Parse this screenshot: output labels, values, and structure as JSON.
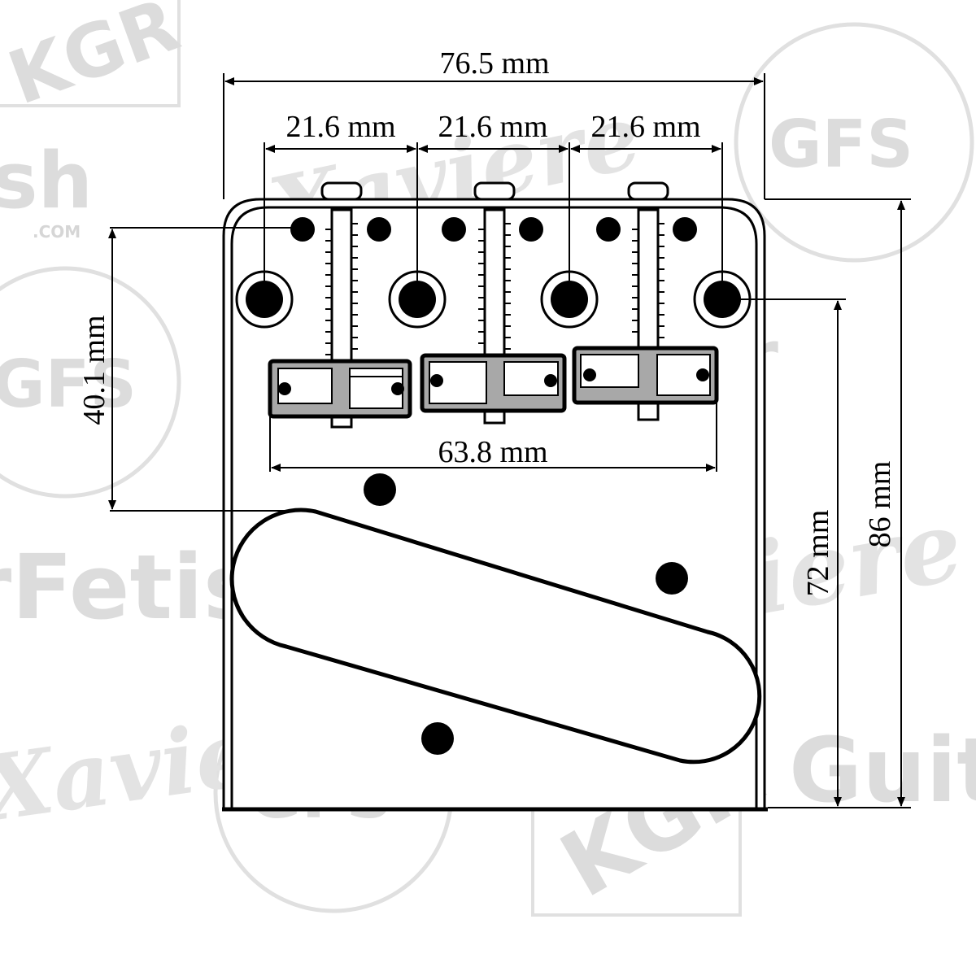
{
  "dimensions": {
    "overall_width": "76.5 mm",
    "string_spacing_1": "21.6 mm",
    "string_spacing_2": "21.6 mm",
    "string_spacing_3": "21.6 mm",
    "saddle_span": "63.8 mm",
    "mount_to_pickup": "40.1 mm",
    "hole_to_bottom": "72 mm",
    "overall_length": "86 mm"
  },
  "watermarks": {
    "gfs": "GFS",
    "dotcom": ".COM",
    "xaviere": "Xaviere",
    "guitarfetish_a": "rFetish",
    "guitarfetish_b": "sh",
    "guitar": "Guitar",
    "kgr": "KGR"
  },
  "colors": {
    "line": "#000000",
    "saddle_fill": "#a8a8a8",
    "watermark": "#dcdcdc"
  }
}
